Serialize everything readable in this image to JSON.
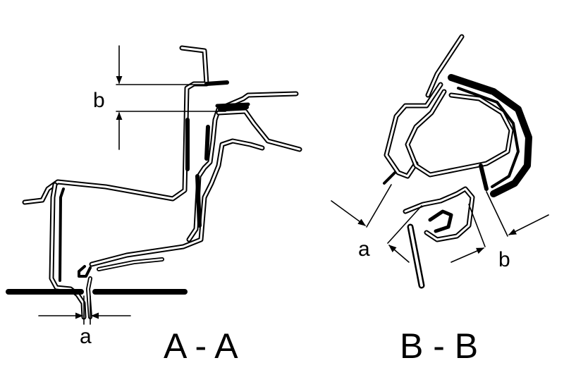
{
  "section_aa": {
    "title": "A - A",
    "dim_a": "a",
    "dim_b": "b"
  },
  "section_bb": {
    "title": "B - B",
    "dim_a": "a",
    "dim_b": "b"
  }
}
